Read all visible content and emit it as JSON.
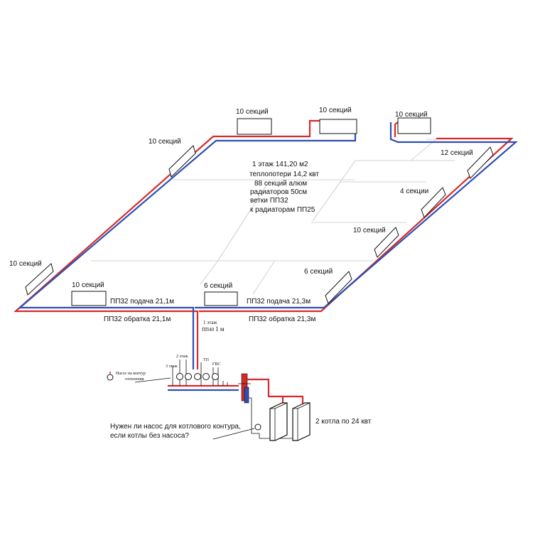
{
  "floor_info": {
    "lines": [
      "1 этаж 141,20 м2",
      "теплопотери 14,2 квт",
      "88  секций алюм",
      "радиаторов 50см",
      "ветки ППЗ2",
      "к радиаторам ПП25"
    ]
  },
  "radiators": [
    {
      "label": "10 секций"
    },
    {
      "label": "10 секций"
    },
    {
      "label": "10 секций"
    },
    {
      "label": "10 секций"
    },
    {
      "label": "12 секций"
    },
    {
      "label": "4 секции"
    },
    {
      "label": "10 секций"
    },
    {
      "label": "6 секций"
    },
    {
      "label": "10 секций"
    },
    {
      "label": "6 секций"
    },
    {
      "label": "10 секций"
    }
  ],
  "pipe_labels": {
    "supply_left": "ПП32 подача 21,1м",
    "return_left": "ПП32 обратка 21,1м",
    "supply_right": "ПП32 подача 21,3м",
    "return_right": "ПП32 обратка 21,3м",
    "riser_line1": "1 этаж",
    "riser_line2_small": "ПП40",
    "riser_line2_big": "1 м"
  },
  "manifold": {
    "floor3": "3 этаж",
    "floor2": "2 этаж",
    "tp": "ТП",
    "gvs": "ГВС",
    "pump_label_line1": "Насос на контур",
    "pump_label_line2": "отопления"
  },
  "boilers": {
    "label": "2 котла по 24 квт"
  },
  "question": {
    "line1": "Нужен ли насос для котлового контура,",
    "line2": "если котлы без насоса?"
  },
  "colors": {
    "supply": "#d62a2a",
    "return": "#2e4fb5",
    "partition": "#c4c4c4"
  }
}
